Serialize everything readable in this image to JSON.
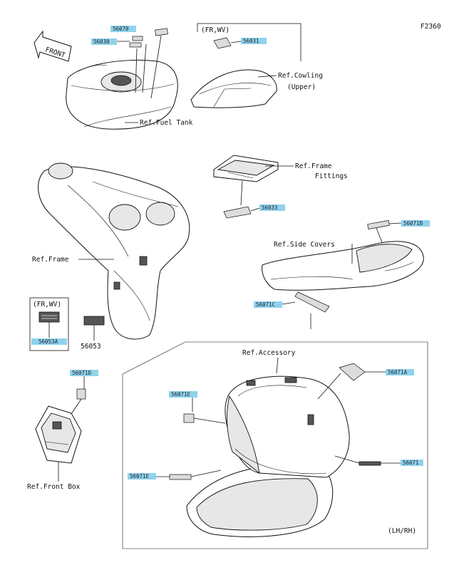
{
  "figure_id": "F2360",
  "front_arrow": "FRONT",
  "labels": {
    "fuel_tank": "Ref.Fuel Tank",
    "cowling_line1": "Ref.Cowling",
    "cowling_line2": "(Upper)",
    "frame_fittings_line1": "Ref.Frame",
    "frame_fittings_line2": "Fittings",
    "side_covers": "Ref.Side Covers",
    "frame": "Ref.Frame",
    "accessory": "Ref.Accessory",
    "front_box": "Ref.Front Box",
    "fr_wv_top": "(FR,WV)",
    "fr_wv_left": "(FR,WV)",
    "lh_rh": "(LH/RH)"
  },
  "parts": {
    "p56070": "56070",
    "p56030": "56030",
    "p56031": "56031",
    "p56033": "56033",
    "p56071B": "56071B",
    "p56071C": "56071C",
    "p56053A": "56053A",
    "p56053": "56053",
    "p56071D": "56071D",
    "p56071E_upper": "56071E",
    "p56071A": "56071A",
    "p56071E_lower": "56071E",
    "p56071": "56071"
  },
  "colors": {
    "highlight": "#8fd3ec",
    "line": "#111111",
    "background": "#ffffff"
  }
}
